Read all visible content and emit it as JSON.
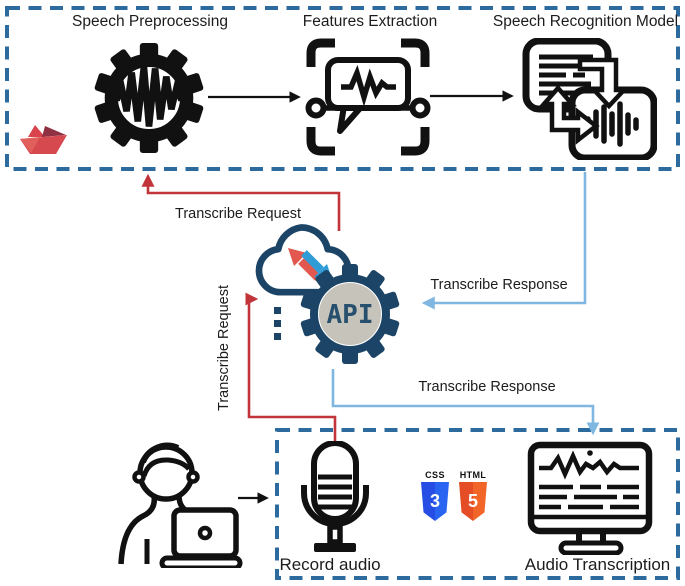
{
  "title": "Speech transcription API architecture diagram",
  "colors": {
    "dashed_border": "#2d6a9e",
    "request_red": "#c1343a",
    "response_blue": "#7fb7e1",
    "navy": "#1c4466",
    "api_circle_gray": "#c6c3bb",
    "api_text": "#27506e",
    "icon_black": "#111111",
    "css_blue": "#264de4",
    "html_orange": "#e44d26",
    "logo_red": "#d6494f"
  },
  "top_box": {
    "nodes": [
      {
        "label": "Speech Preprocessing",
        "icon": "gear-waveform-icon"
      },
      {
        "label": "Features Extraction",
        "icon": "speech-bubble-scan-icon"
      },
      {
        "label": "Speech Recognition Model",
        "icon": "text-audio-convert-icon"
      }
    ],
    "logo": "paper-boat-logo"
  },
  "api_hub": {
    "label": "API",
    "icon": "cloud-transfer-gear-icon"
  },
  "labels": {
    "transcribe_request_top": "Transcribe Request",
    "transcribe_request_side": "Transcribe Request",
    "transcribe_response_mid": "Transcribe Response",
    "transcribe_response_bottom": "Transcribe Response"
  },
  "bottom_box": {
    "record_audio_label": "Record audio",
    "audio_transcription_label": "Audio Transcription",
    "css_badge": {
      "title": "CSS",
      "number": "3"
    },
    "html_badge": {
      "title": "HTML",
      "number": "5"
    }
  }
}
